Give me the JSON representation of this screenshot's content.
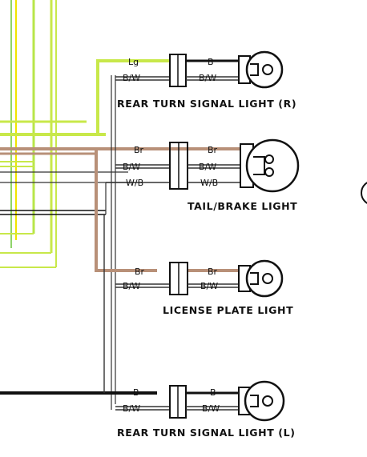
{
  "colors": {
    "green": "#c8e84a",
    "lightgreen": "#b8e64a",
    "brown": "#b89078",
    "black": "#111111",
    "yellow": "#efe400"
  },
  "lamps": [
    {
      "title": "REAR TURN SIGNAL LIGHT (R)",
      "wires_left": [
        "Lg",
        "B/W"
      ],
      "wires_right": [
        "B",
        "B/W"
      ],
      "filaments": 1
    },
    {
      "title": "TAIL/BRAKE LIGHT",
      "wires_left": [
        "Br",
        "B/W",
        "W/B"
      ],
      "wires_right": [
        "Br",
        "B/W",
        "W/B"
      ],
      "filaments": 2
    },
    {
      "title": "LICENSE PLATE LIGHT",
      "wires_left": [
        "Br",
        "B/W"
      ],
      "wires_right": [
        "Br",
        "B/W"
      ],
      "filaments": 1
    },
    {
      "title": "REAR TURN SIGNAL LIGHT (L)",
      "wires_left": [
        "B",
        "B/W"
      ],
      "wires_right": [
        "B",
        "B/W"
      ],
      "filaments": 1
    }
  ]
}
